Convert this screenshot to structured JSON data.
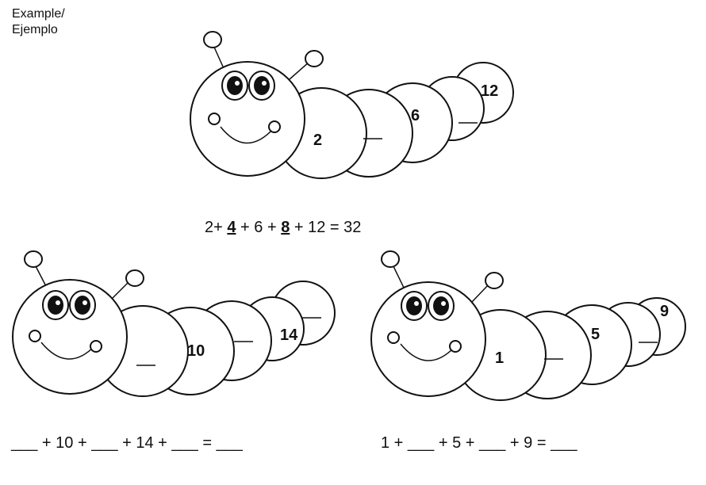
{
  "example_label": [
    "Example/",
    "Ejemplo"
  ],
  "example": {
    "segments": [
      "2",
      "",
      "6",
      "",
      "12"
    ],
    "equation": {
      "a": "2+ ",
      "b": "4",
      "c": " + 6 + ",
      "d": "8",
      "e": " + 12 = 32"
    }
  },
  "problem1": {
    "segments": [
      "",
      "10",
      "",
      "14",
      ""
    ],
    "equation": "___ + 10 + ___ + 14 + ___ = ___"
  },
  "problem2": {
    "segments": [
      "1",
      "",
      "5",
      "",
      "9"
    ],
    "equation": "1 + ___ + 5 + ___ + 9 = ___"
  }
}
